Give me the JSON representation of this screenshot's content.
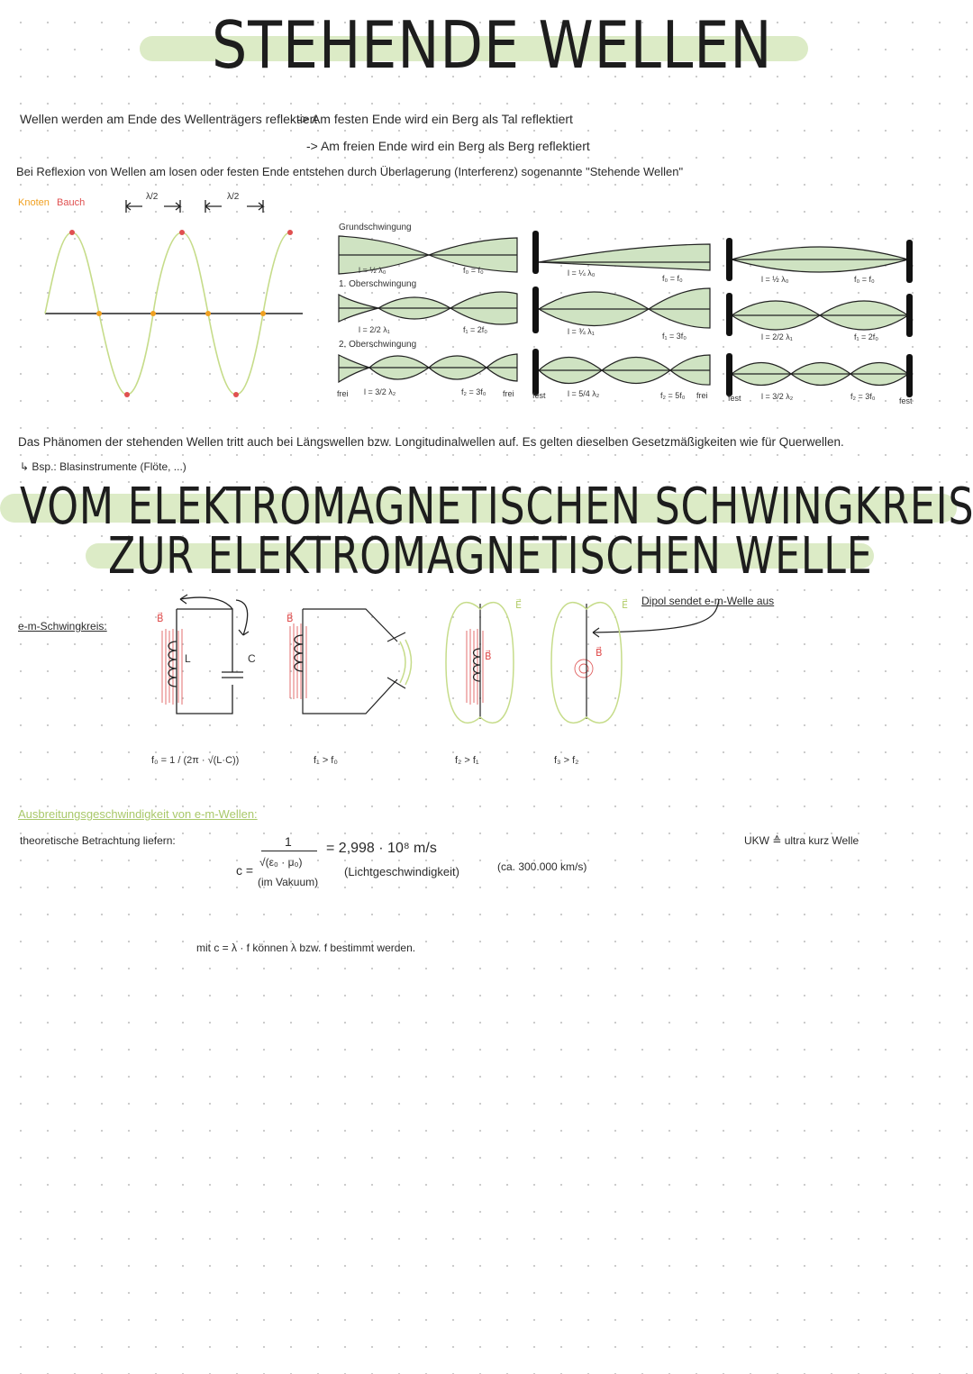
{
  "section1": {
    "title": "STEHENDE WELLEN",
    "line1": "Wellen werden am Ende des Wellenträgers reflektiert",
    "arrow1": "-> Am festen Ende wird ein Berg als Tal reflektiert",
    "arrow2": "-> Am freien Ende wird ein Berg als Berg reflektiert",
    "line3": "Bei Reflexion von Wellen am losen oder festen Ende entstehen durch Überlagerung (Interferenz) sogenannte \"Stehende Wellen\"",
    "legend_node": "Knoten",
    "legend_antinode": "Bauch",
    "half_lambda": "λ/2",
    "colors": {
      "node": "#f0a020",
      "antinode": "#e05050",
      "wave": "#c6dc8a",
      "fill": "#cfe3c2",
      "highlight": "#dcebc6"
    },
    "modes": {
      "row_labels": [
        "Grundschwingung",
        "1. Oberschwingung",
        "2. Oberschwingung"
      ],
      "free_free": {
        "lengths": [
          "l = ½ λ₀",
          "l = 2/2 λ₁",
          "l = 3/2 λ₂"
        ],
        "freqs": [
          "f₀ = f₀",
          "f₁ = 2f₀",
          "f₂ = 3f₀"
        ],
        "ends": [
          "frei",
          "frei"
        ]
      },
      "fixed_free": {
        "lengths": [
          "l = ¼ λ₀",
          "l = ¾ λ₁",
          "l = 5/4 λ₂"
        ],
        "freqs": [
          "f₀ = f₀",
          "f₁ = 3f₀",
          "f₂ = 5f₀"
        ],
        "ends": [
          "fest",
          "frei"
        ]
      },
      "fixed_fixed": {
        "lengths": [
          "l = ½ λ₀",
          "l = 2/2 λ₁",
          "l = 3/2 λ₂"
        ],
        "freqs": [
          "f₀ = f₀",
          "f₁ = 2f₀",
          "f₂ = 3f₀"
        ],
        "ends": [
          "fest",
          "fest"
        ]
      }
    },
    "para": "Das Phänomen der stehenden Wellen tritt auch bei Längswellen bzw. Longitudinalwellen auf. Es gelten dieselben Gesetzmäßigkeiten wie für Querwellen.",
    "example": "↳ Bsp.: Blasinstrumente (Flöte, ...)"
  },
  "section2": {
    "title_line1": "VOM ELEKTROMAGNETISCHEN SCHWINGKREIS",
    "title_line2": "ZUR ELEKTROMAGNETISCHEN WELLE",
    "label": "e-m-Schwingkreis:",
    "L": "L",
    "C": "C",
    "B": "B⃗",
    "E": "E⃗",
    "dipole_note": "Dipol sendet e-m-Welle aus",
    "formulas": [
      "f₀ = 1 / (2π · √(L·C))",
      "f₁ > f₀",
      "f₂ > f₁",
      "f₃ > f₂"
    ]
  },
  "section3": {
    "heading": "Ausbreitungsgeschwindigkeit von e-m-Wellen:",
    "intro": "theoretische Betrachtung liefern:",
    "c_eq": "c =",
    "numerator": "1",
    "denominator": "√(ε₀ · μ₀)",
    "vacuum": "(im Vakuum)",
    "value": "= 2,998 · 10⁸ m/s",
    "value_note": "(Lichtgeschwindigkeit)",
    "approx": "(ca. 300.000 km/s)",
    "ukw": "UKW ≙ ultra kurz Welle",
    "relation": "mit   c = λ · f   können λ bzw. f bestimmt werden."
  }
}
